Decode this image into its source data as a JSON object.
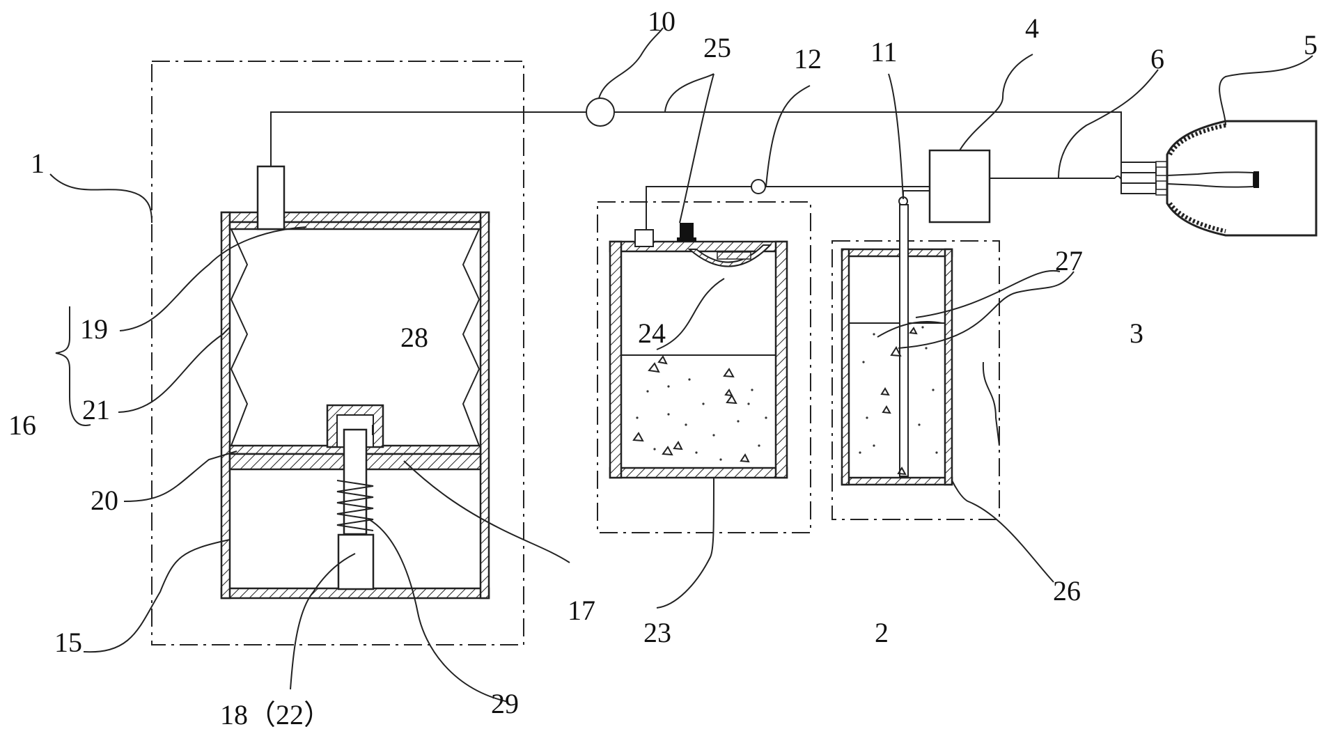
{
  "labels": {
    "l1": "1",
    "l2": "2",
    "l3": "3",
    "l4": "4",
    "l5": "5",
    "l6": "6",
    "l10": "10",
    "l11": "11",
    "l12": "12",
    "l15": "15",
    "l16": "16",
    "l17": "17",
    "l18": "18（22）",
    "l19": "19",
    "l20": "20",
    "l21": "21",
    "l23": "23",
    "l24": "24",
    "l25": "25",
    "l26": "26",
    "l27": "27",
    "l28": "28",
    "l29": "29"
  }
}
